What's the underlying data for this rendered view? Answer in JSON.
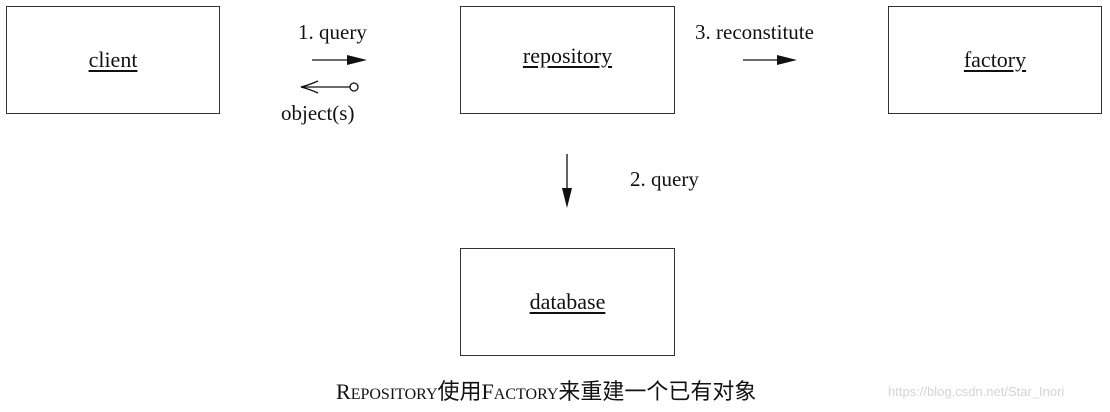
{
  "boxes": {
    "client": "client",
    "repository": "repository",
    "factory": "factory",
    "database": "database"
  },
  "arrows": {
    "query_1": "1. query",
    "objects": "object(s)",
    "reconstitute_3": "3. reconstitute",
    "query_2": "2. query"
  },
  "caption": {
    "repository_initial": "R",
    "repository_rest": "EPOSITORY",
    "middle": "使用",
    "factory_initial": "F",
    "factory_rest": "ACTORY",
    "end": "来重建一个已有对象"
  },
  "watermark": "https://blog.csdn.net/Star_Inori"
}
